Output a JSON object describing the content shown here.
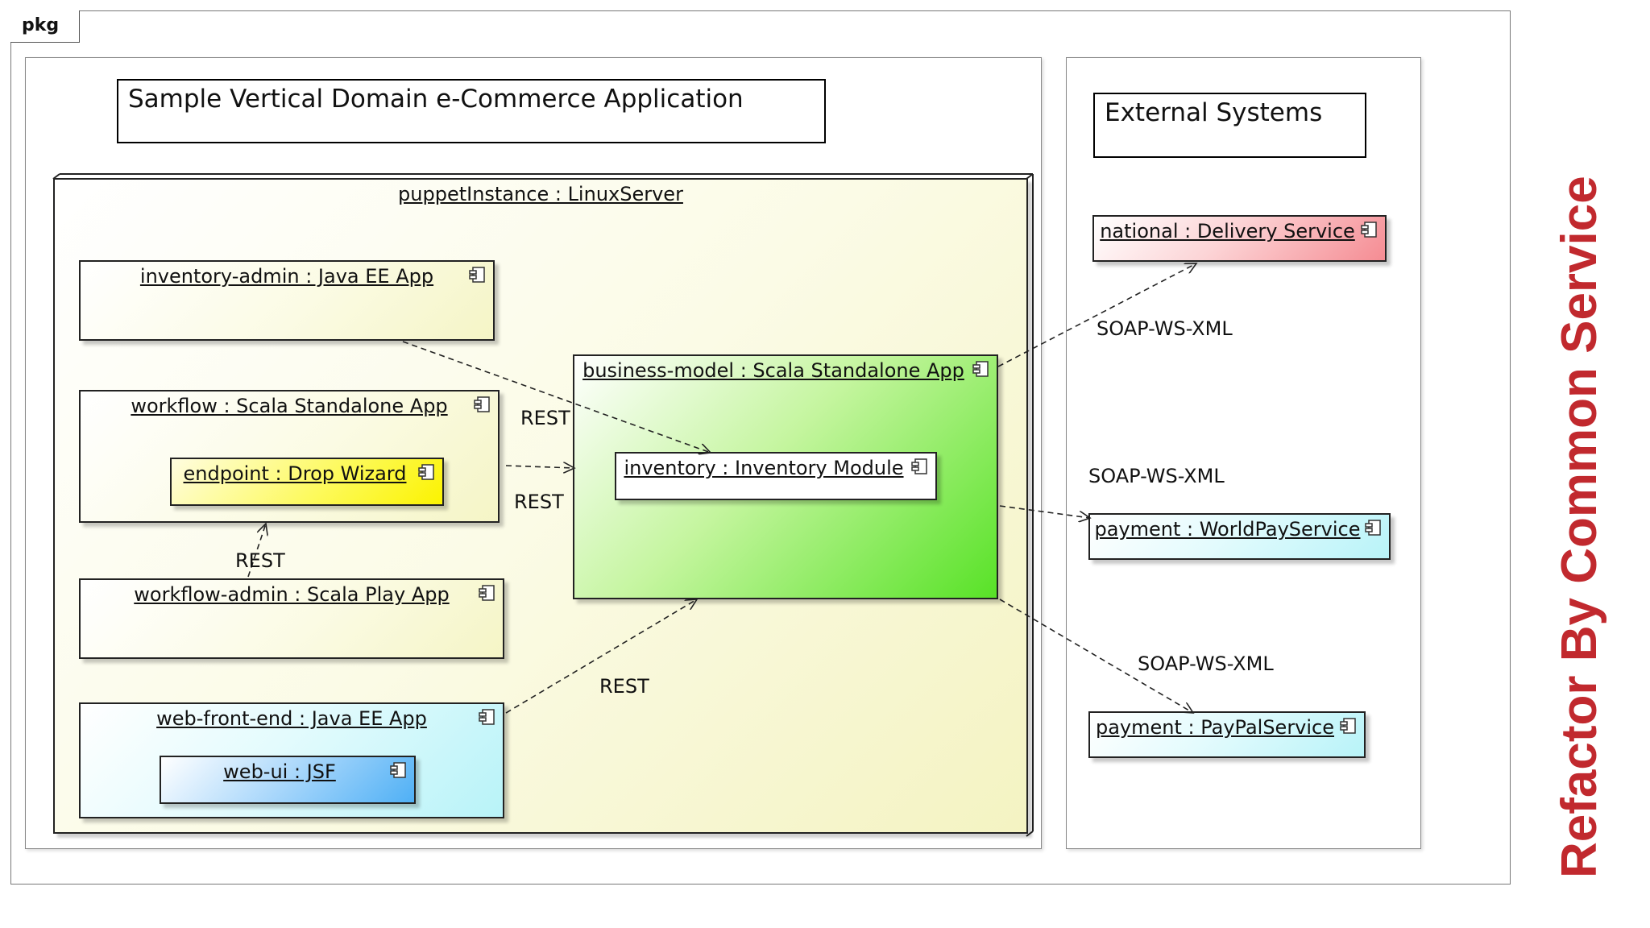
{
  "frame": {
    "tag": "pkg"
  },
  "app_region": {
    "title": "Sample Vertical Domain e-Commerce Application"
  },
  "external_region": {
    "title": "External Systems"
  },
  "server": {
    "label": "puppetInstance : LinuxServer"
  },
  "components": {
    "inventory_admin": "inventory-admin : Java EE App",
    "workflow": "workflow : Scala Standalone App",
    "endpoint": "endpoint : Drop Wizard",
    "workflow_admin": "workflow-admin : Scala Play App",
    "web_front_end": "web-front-end : Java EE App",
    "web_ui": "web-ui : JSF",
    "business_model": "business-model : Scala Standalone App",
    "inventory": "inventory : Inventory Module",
    "national": "national : Delivery Service",
    "payment_worldpay": "payment : WorldPayService",
    "payment_paypal": "payment : PayPalService"
  },
  "connectors": {
    "rest_inventory_admin": "REST",
    "rest_workflow": "REST",
    "rest_workflow_admin": "REST",
    "rest_web_front_end": "REST",
    "soap_national": "SOAP-WS-XML",
    "soap_worldpay": "SOAP-WS-XML",
    "soap_paypal": "SOAP-WS-XML"
  },
  "side_caption": "Refactor By Common Service",
  "colors": {
    "caption": "#c1292e",
    "business_model": "#58e227",
    "endpoint": "#fbf300",
    "web_ui": "#4fb0f5",
    "national": "#f58c93",
    "payment": "#b8f3f8"
  },
  "icons": {
    "component": "uml-component-icon"
  }
}
